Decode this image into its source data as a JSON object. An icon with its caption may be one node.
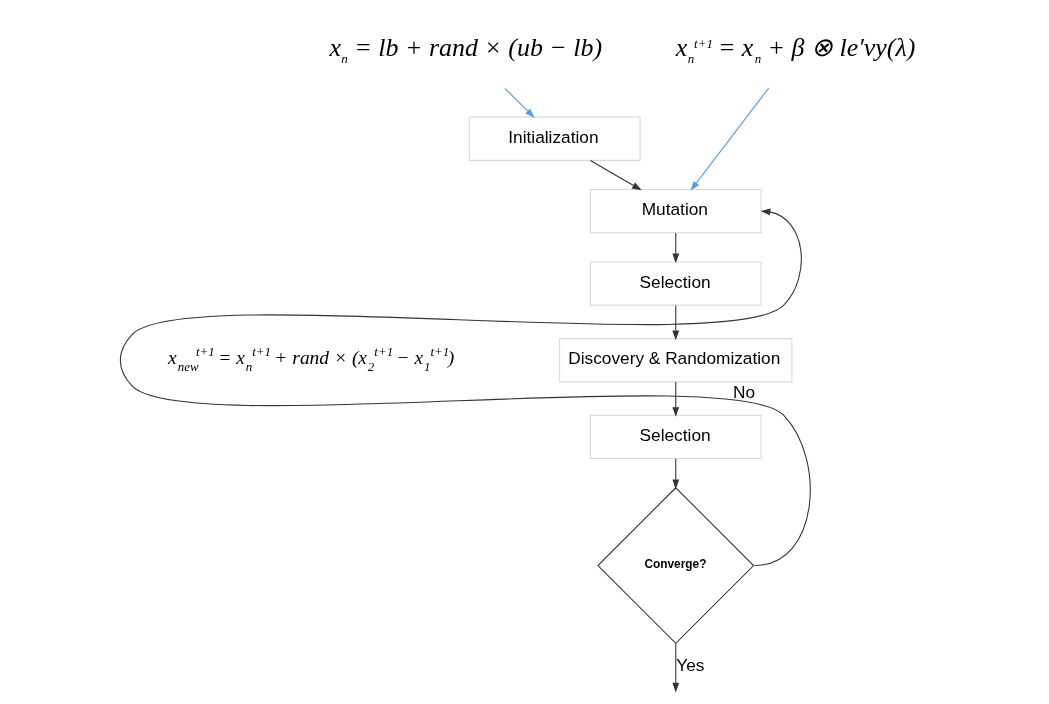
{
  "diagram": {
    "nodes": [
      {
        "text": [
          "x$_{n}$ = lb + rand × (ub − lb)"
        ]
      },
      {
        "text": [
          "x$_{n}$$^{t+1}$ = x$_{n}$ + β ⊗ le′vy(λ)"
        ]
      },
      {
        "text": [
          "Initialization"
        ]
      },
      {
        "text": [
          "Mutation"
        ]
      },
      {
        "text": [
          "Selection"
        ]
      },
      {
        "text": [
          "Discovery & Randomization"
        ]
      },
      {
        "text": [
          "Selection"
        ]
      },
      {
        "text": [
          "Converge?"
        ]
      }
    ],
    "edges": [
      {
        "from": 0,
        "to": 2,
        "arrow": "to",
        "color": "#5b9bd5"
      },
      {
        "from": 1,
        "to": 3,
        "arrow": "to",
        "color": "#5b9bd5"
      },
      {
        "from": 2,
        "to": 3,
        "arrow": "to"
      },
      {
        "from": 3,
        "to": 4,
        "arrow": "to"
      },
      {
        "from": 4,
        "to": 5,
        "arrow": "to"
      },
      {
        "from": 5,
        "to": 6,
        "arrow": "to"
      },
      {
        "from": 6,
        "to": 7,
        "arrow": "to"
      },
      {
        "from": 7,
        "to": 3,
        "arrow": "to",
        "label": "No"
      },
      {
        "from": 7,
        "to": null,
        "arrow": "to",
        "label": "Yes"
      }
    ],
    "labels": [
      "x$_{new}$$^{t+1}$ = x$_{n}$$^{t+1}$ + rand × (x$_{2}$$^{t+1}$ − x$_{1}$$^{t+1}$)"
    ]
  }
}
